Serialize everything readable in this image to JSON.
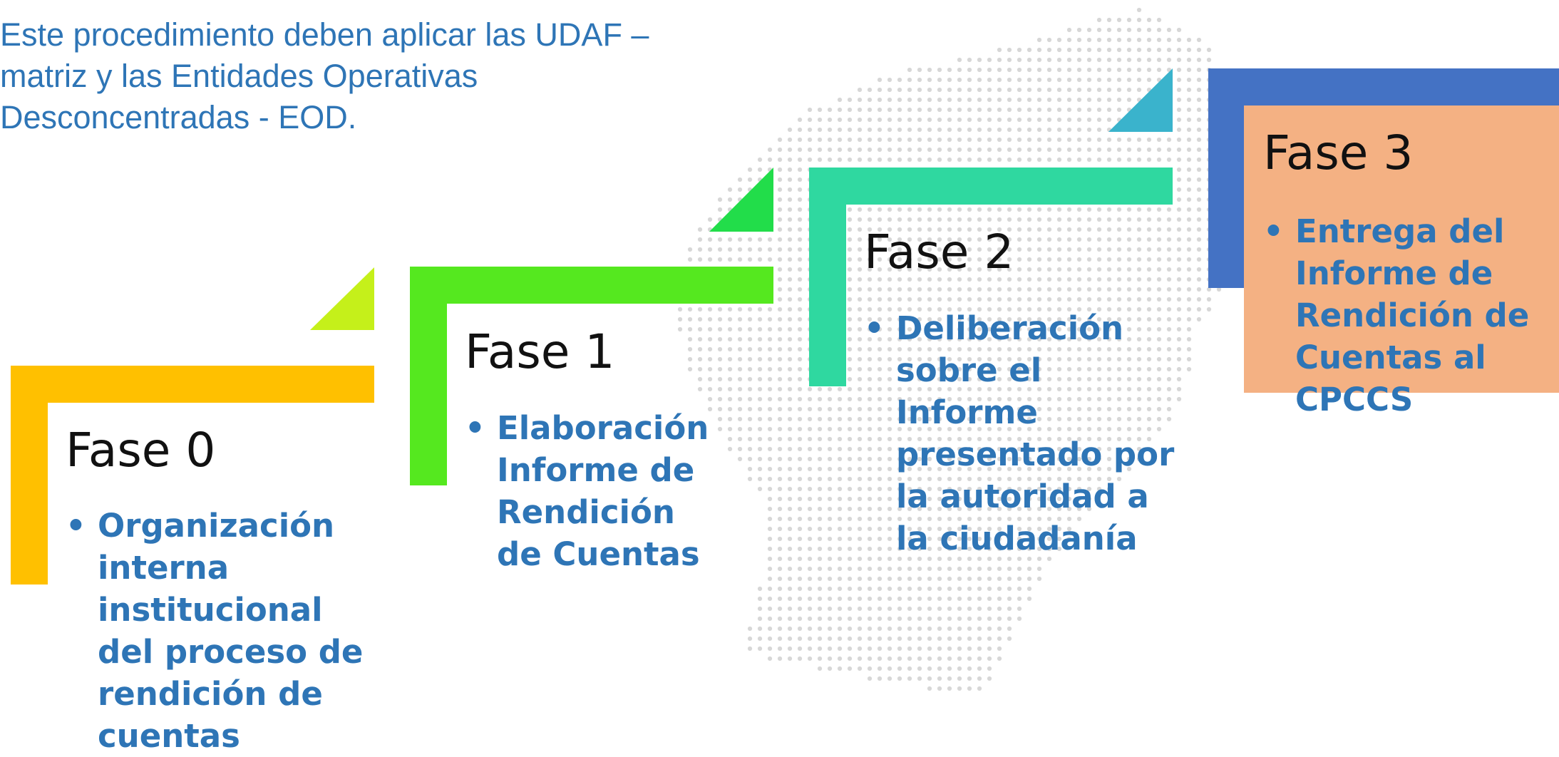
{
  "intro_text": "Este procedimiento deben aplicar las UDAF –\nmatriz y las Entidades Operativas\nDesconcentradas - EOD.",
  "colors": {
    "text_blue": "#2E75B6",
    "fase0_frame": "#FFC000",
    "fase0_triangle": "#C5F01A",
    "fase1_frame": "#55E81F",
    "fase1_triangle": "#22DD4A",
    "fase2_frame": "#2FD8A0",
    "fase2_triangle": "#3AB3CC",
    "fase3_back": "#4472C4",
    "fase3_front": "#F4B183"
  },
  "phases": [
    {
      "title": "Fase 0",
      "bullet": "•",
      "item": "Organización interna institucional del proceso de rendición de cuentas"
    },
    {
      "title": "Fase 1",
      "bullet": "•",
      "item": "Elaboración Informe de Rendición de Cuentas"
    },
    {
      "title": "Fase 2",
      "bullet": "•",
      "item": "Deliberación sobre el Informe presentado por la autoridad a la ciudadanía"
    },
    {
      "title": "Fase 3",
      "bullet": "•",
      "item": "Entrega del Informe de Rendición de Cuentas al CPCCS"
    }
  ]
}
